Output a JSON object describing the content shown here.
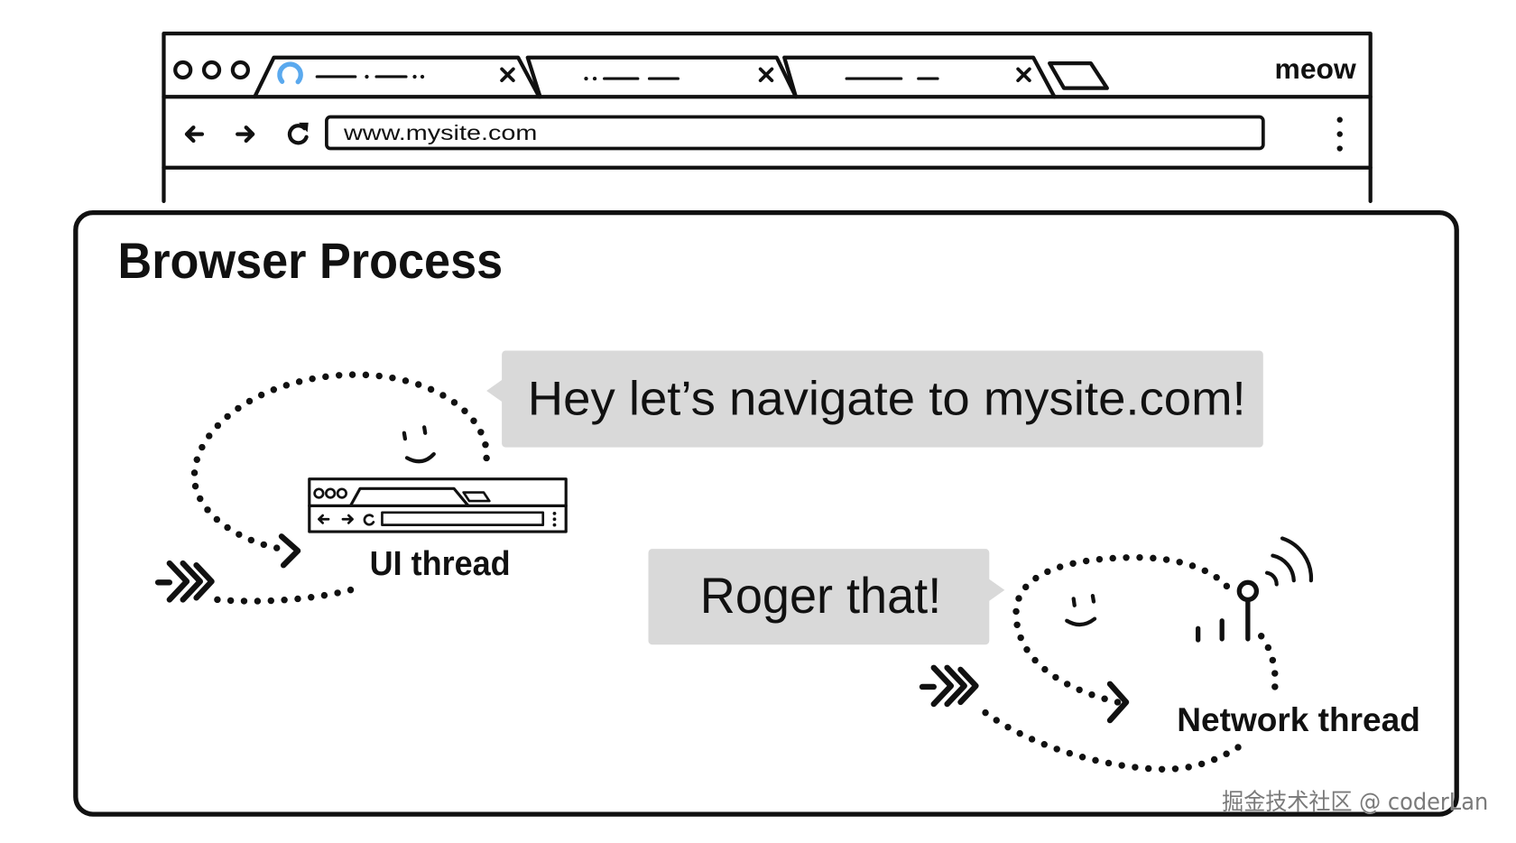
{
  "browser_window": {
    "brand_label": "meow",
    "url": "www.mysite.com"
  },
  "browser_process": {
    "title": "Browser Process",
    "ui_thread": {
      "label": "UI thread",
      "message": "Hey let’s navigate to mysite.com!"
    },
    "network_thread": {
      "label": "Network thread",
      "message": "Roger that!"
    }
  },
  "watermark": "掘金技术社区 @ coderLan",
  "icons": {
    "window_controls": "window-controls-icon",
    "tab_loading": "loading-spinner-icon",
    "tab_close": "close-icon",
    "new_tab": "new-tab-icon",
    "back": "back-arrow-icon",
    "forward": "forward-arrow-icon",
    "reload": "reload-icon",
    "menu": "kebab-menu-icon",
    "ui_thread_device": "browser-window-icon",
    "network_thread_device": "antenna-icon",
    "motion": "motion-chevrons-icon",
    "signal": "signal-waves-icon"
  },
  "colors": {
    "ink": "#111111",
    "bubble": "#d9d9d9",
    "spinner": "#5aa9ee",
    "background": "#ffffff",
    "watermark": "#7a7a7a"
  }
}
